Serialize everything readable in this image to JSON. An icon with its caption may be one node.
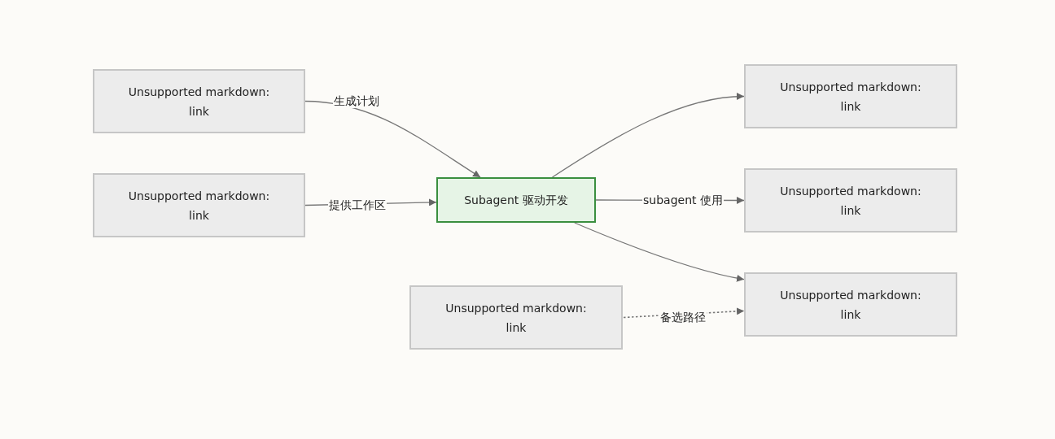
{
  "diagram": {
    "nodes": [
      {
        "text": [
          "Unsupported markdown: link"
        ]
      },
      {
        "text": [
          "Unsupported markdown: link"
        ]
      },
      {
        "text": [
          "Subagent 驱动开发"
        ]
      },
      {
        "text": [
          "Unsupported markdown: link"
        ]
      },
      {
        "text": [
          "Unsupported markdown: link"
        ]
      },
      {
        "text": [
          "Unsupported markdown: link"
        ]
      },
      {
        "text": [
          "Unsupported markdown: link"
        ]
      }
    ],
    "edges": [
      {
        "from": 0,
        "to": 2,
        "arrow": "to",
        "label": "生成计划"
      },
      {
        "from": 1,
        "to": 2,
        "arrow": "to",
        "label": "提供工作区"
      },
      {
        "from": 2,
        "to": 3,
        "arrow": "to"
      },
      {
        "from": 2,
        "to": 4,
        "arrow": "to",
        "label": "subagent 使用"
      },
      {
        "from": 2,
        "to": 5,
        "arrow": "to"
      },
      {
        "from": 6,
        "to": 5,
        "arrow": "to",
        "label": "备选路径",
        "style": "dashed"
      }
    ]
  }
}
